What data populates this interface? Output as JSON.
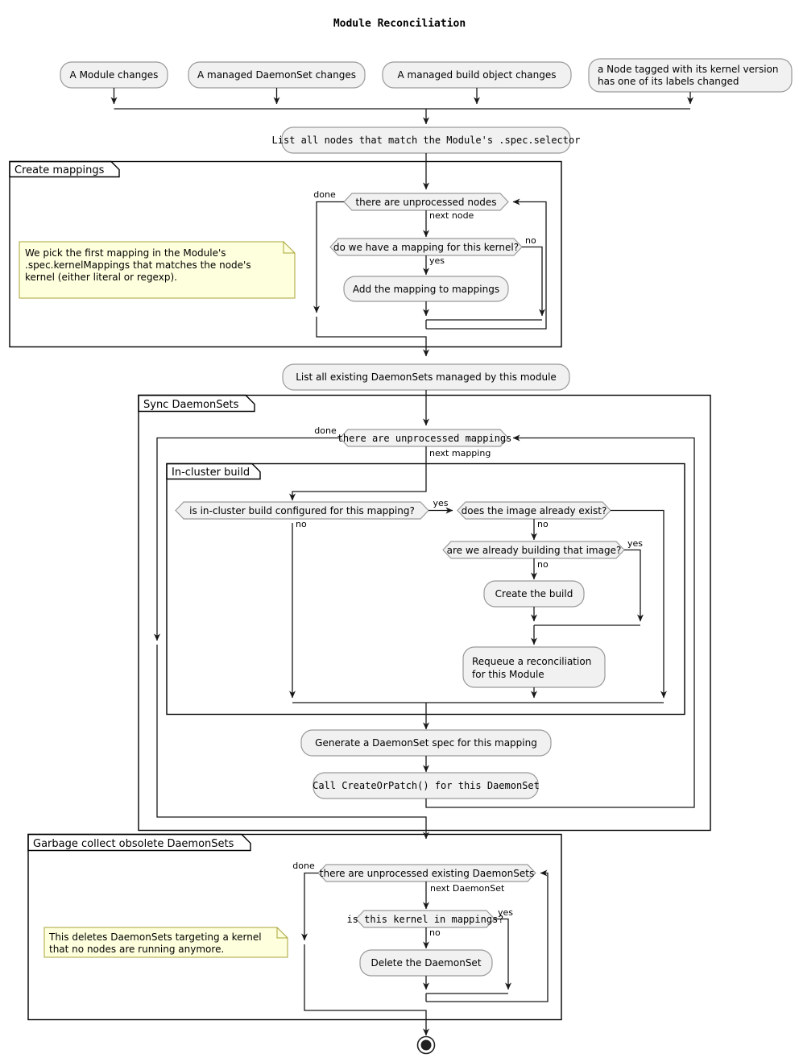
{
  "diagram": {
    "title": "Module Reconciliation",
    "type": "activity-flowchart",
    "start_nodes": [
      {
        "id": "s1",
        "label": "A Module changes"
      },
      {
        "id": "s2",
        "label": "A managed DaemonSet changes"
      },
      {
        "id": "s3",
        "label": "A managed build object changes"
      },
      {
        "id": "s4",
        "label": "a Node tagged with its kernel version\nhas one of its labels changed"
      }
    ],
    "actions": {
      "list_nodes": "List all nodes that match the Module's .spec.selector",
      "add_mapping": "Add the mapping to mappings",
      "list_daemonsets": "List all existing DaemonSets managed by this module",
      "create_build": "Create the build",
      "requeue": "Requeue a reconciliation\nfor this Module",
      "requeue_line1": "Requeue a reconciliation",
      "requeue_line2": "for this Module",
      "generate_spec": "Generate a DaemonSet spec for this mapping",
      "create_or_patch": "Call CreateOrPatch() for this DaemonSet",
      "delete_daemonset": "Delete the DaemonSet"
    },
    "decisions": {
      "unprocessed_nodes": "there are unprocessed nodes",
      "have_mapping": "do we have a mapping for this kernel?",
      "unprocessed_mappings": "there are unprocessed mappings",
      "build_configured": "is in-cluster build configured for this mapping?",
      "image_exists": "does the image already exist?",
      "already_building": "are we already building that image?",
      "unprocessed_existing": "there are unprocessed existing DaemonSets",
      "kernel_in_mappings": "is this kernel in mappings?"
    },
    "partitions": [
      {
        "id": "p1",
        "label": "Create mappings"
      },
      {
        "id": "p2",
        "label": "Sync DaemonSets"
      },
      {
        "id": "p3",
        "label": "In-cluster build"
      },
      {
        "id": "p4",
        "label": "Garbage collect obsolete DaemonSets"
      }
    ],
    "edge_labels": {
      "done_nodes": "done",
      "next_node": "next node",
      "yes_mapping": "yes",
      "no_mapping": "no",
      "done_mappings": "done",
      "next_mapping": "next mapping",
      "yes_build": "yes",
      "no_build": "no",
      "no_image": "no",
      "yes_building": "yes",
      "no_building": "no",
      "done_existing": "done",
      "next_daemonset": "next DaemonSet",
      "yes_kernel": "yes",
      "no_kernel": "no"
    },
    "notes": [
      {
        "id": "n1",
        "lines": [
          "We pick the first mapping in the Module's",
          ".spec.kernelMappings that matches the node's",
          "kernel (either literal or regexp)."
        ]
      },
      {
        "id": "n2",
        "lines": [
          "This deletes DaemonSets targeting a kernel",
          "that no nodes are running anymore."
        ]
      }
    ],
    "end_node": {
      "label": "final-state"
    },
    "colors": {
      "node_fill": "#F1F1F1",
      "node_stroke": "#9A9A9A",
      "note_fill": "#FEFFDD",
      "note_stroke": "#A8A337",
      "line": "#181818",
      "frame": "#000000",
      "background": "#FFFFFF"
    }
  }
}
